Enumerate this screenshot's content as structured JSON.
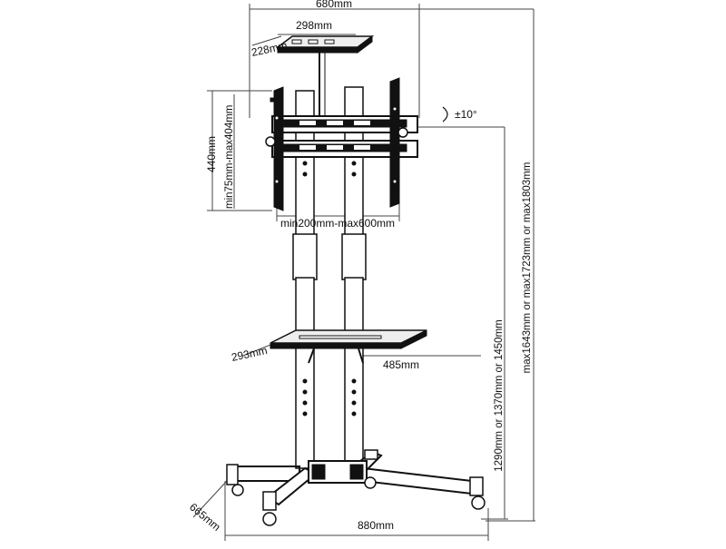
{
  "labels": {
    "overall_width": "680mm",
    "top_shelf_width": "298mm",
    "top_shelf_depth": "228mm",
    "tilt": "±10°",
    "bracket_height": "440mm",
    "vesa_vertical": "min75mm-max404mm",
    "vesa_horizontal": "min200mm-max600mm",
    "mid_shelf_depth": "293mm",
    "mid_shelf_width": "485mm",
    "base_depth": "665mm",
    "base_width": "880mm",
    "bracket_heights": "1290mm or 1370mm or 1450mm",
    "max_heights": "max1643mm or max1723mm or max1803mm"
  }
}
